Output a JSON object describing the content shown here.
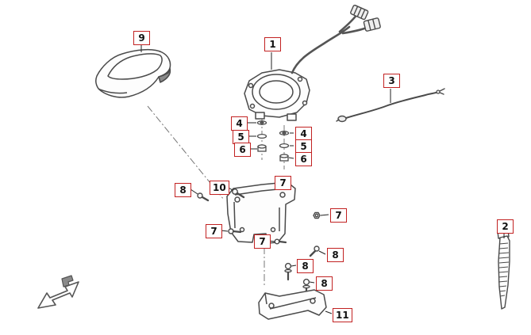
{
  "diagram": {
    "type": "exploded-parts-diagram",
    "subject": "speedometer / meter assembly",
    "colors": {
      "callout_border": "#c22222",
      "line": "#4a4a4a",
      "dashdot": "#777777"
    }
  },
  "callouts": [
    {
      "text": "9"
    },
    {
      "text": "1"
    },
    {
      "text": "3"
    },
    {
      "text": "4"
    },
    {
      "text": "5"
    },
    {
      "text": "6"
    },
    {
      "text": "4"
    },
    {
      "text": "5"
    },
    {
      "text": "6"
    },
    {
      "text": "7"
    },
    {
      "text": "10"
    },
    {
      "text": "8"
    },
    {
      "text": "7"
    },
    {
      "text": "7"
    },
    {
      "text": "7"
    },
    {
      "text": "8"
    },
    {
      "text": "8"
    },
    {
      "text": "8"
    },
    {
      "text": "11"
    },
    {
      "text": "2"
    }
  ]
}
